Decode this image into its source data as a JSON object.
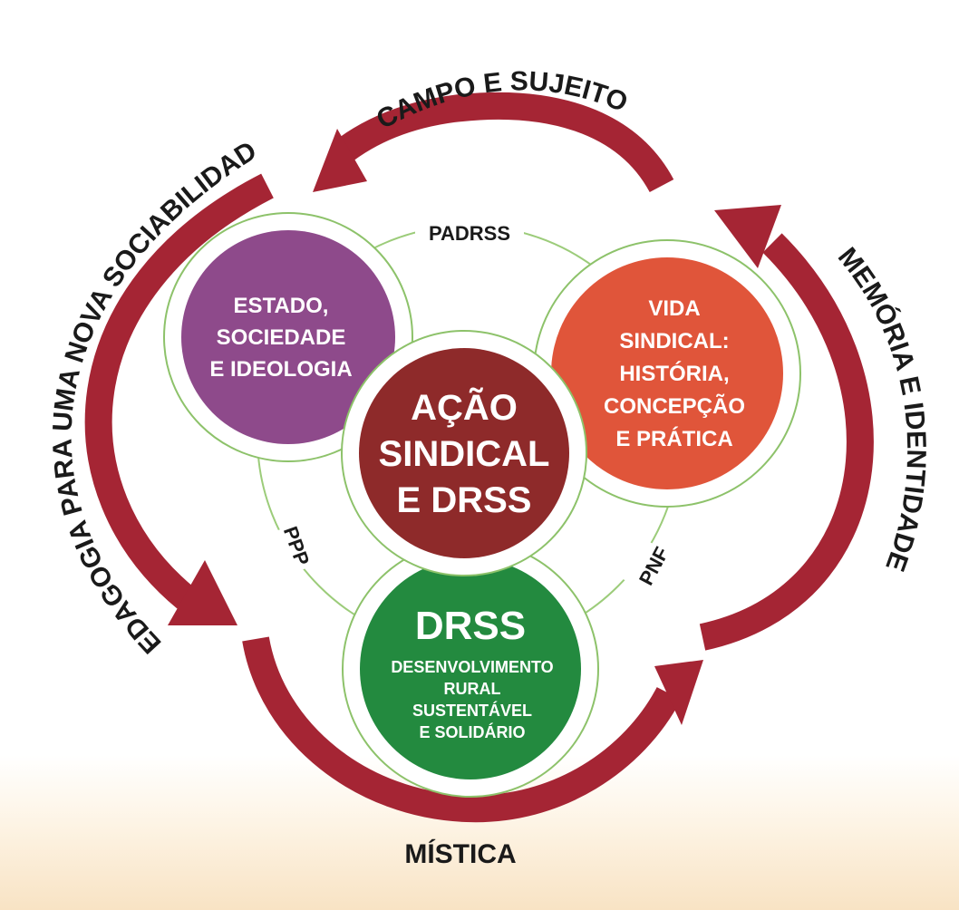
{
  "colors": {
    "arrow": "#a52534",
    "connector": "#9ccc7a",
    "ring": "#8dc26a",
    "left_fill": "#8e4a8b",
    "right_fill": "#e0553a",
    "center_fill": "#8e2a2a",
    "bottom_fill": "#238a3f"
  },
  "cycle_labels": {
    "top": "CAMPO E SUJEITO",
    "left": "PEDAGOGIA PARA UMA NOVA SOCIABILIDADE",
    "right": "MEMÓRIA E IDENTIDADE",
    "bottom": "MÍSTICA"
  },
  "connector_labels": {
    "top": "PADRSS",
    "left": "PPP",
    "right": "PNF"
  },
  "circles": {
    "left": {
      "lines": [
        "ESTADO,",
        "SOCIEDADE",
        "E IDEOLOGIA"
      ]
    },
    "right": {
      "lines": [
        "VIDA",
        "SINDICAL:",
        "HISTÓRIA,",
        "CONCEPÇÃO",
        "E PRÁTICA"
      ]
    },
    "center": {
      "lines": [
        "AÇÃO",
        "SINDICAL",
        "E DRSS"
      ]
    },
    "bottom": {
      "title": "DRSS",
      "lines": [
        "DESENVOLVIMENTO",
        "RURAL",
        "SUSTENTÁVEL",
        "E SOLIDÁRIO"
      ]
    }
  }
}
